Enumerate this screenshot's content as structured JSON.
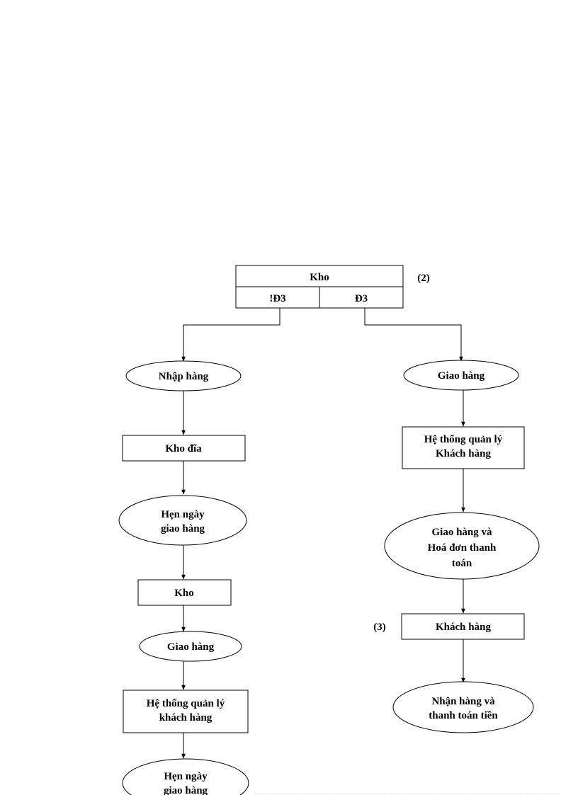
{
  "header": {
    "title": "Kho",
    "left_label": "!Đ3",
    "right_label": "Đ3",
    "marker": "(2)"
  },
  "left_branch": {
    "nhap_hang": "Nhập hàng",
    "kho_dia": "Kho đĩa",
    "hen_ngay_1": [
      "Hẹn ngày",
      "giao hàng"
    ],
    "kho": "Kho",
    "giao_hang": "Giao hàng",
    "he_thong": [
      "Hệ thống quản lý",
      "khách hàng"
    ],
    "hen_ngay_2": [
      "Hẹn ngày",
      "giao hàng"
    ]
  },
  "right_branch": {
    "giao_hang": "Giao hàng",
    "he_thong": [
      "Hệ thống quản lý",
      "Khách hàng"
    ],
    "giao_hang_hoa_don": [
      "Giao hàng và",
      "Hoá đơn thanh",
      "toán"
    ],
    "khach_hang": "Khách hàng",
    "khach_hang_marker": "(3)",
    "nhan_hang": [
      "Nhận hàng và",
      "thanh toán tiền"
    ]
  }
}
